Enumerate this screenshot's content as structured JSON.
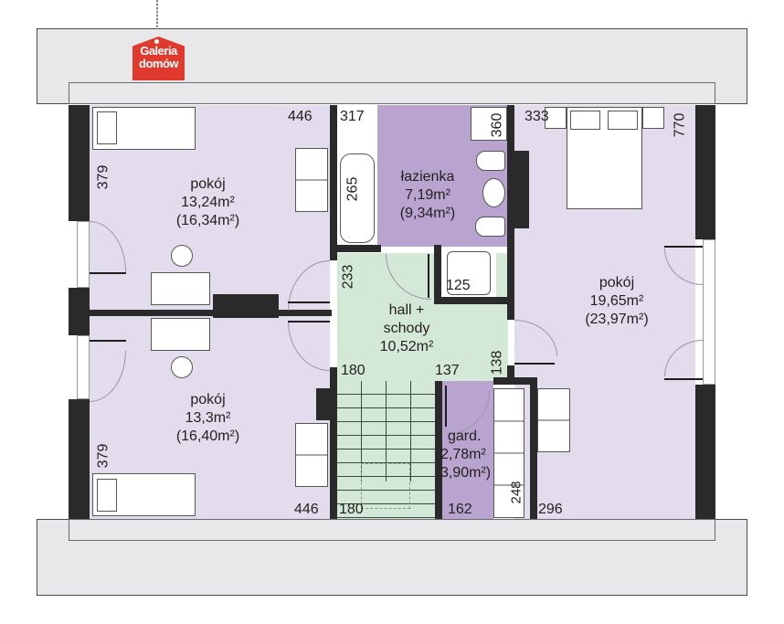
{
  "logo": {
    "line1": "Galeria",
    "line2": "domów",
    "color": "#e03a2f"
  },
  "colors": {
    "rooms": "#e2dcec",
    "bathroom": "#b8a4cf",
    "hall": "#d3e8d6",
    "walls": "#2a2a2a",
    "roof": "#e8e8ea"
  },
  "rooms": [
    {
      "name": "pokój",
      "area": "13,24m²",
      "area_total": "(16,34m²)"
    },
    {
      "name": "pokój",
      "area": "13,3m²",
      "area_total": "(16,40m²)"
    },
    {
      "name": "łazienka",
      "area": "7,19m²",
      "area_total": "(9,34m²)"
    },
    {
      "name": "hall +",
      "name2": "schody",
      "area": "10,52m²"
    },
    {
      "name": "pokój",
      "area": "19,65m²",
      "area_total": "(23,97m²)"
    },
    {
      "name": "gard.",
      "area": "2,78m²",
      "area_total": "3,90m²)"
    }
  ],
  "dimensions": {
    "top_left_width": "446",
    "top_left_height": "379",
    "bath_strip_width": "317",
    "bathtub_length": "265",
    "wc_height": "360",
    "right_room_width": "333",
    "right_room_length": "770",
    "hall_height": "233",
    "shower_size": "125",
    "hall_width_left": "180",
    "hall_width_right": "137",
    "hall_side": "138",
    "bottom_left_height": "379",
    "bottom_left_width": "446",
    "stairs_width": "180",
    "gard_width": "162",
    "gard_depth": "248",
    "bottom_right_width": "296"
  }
}
